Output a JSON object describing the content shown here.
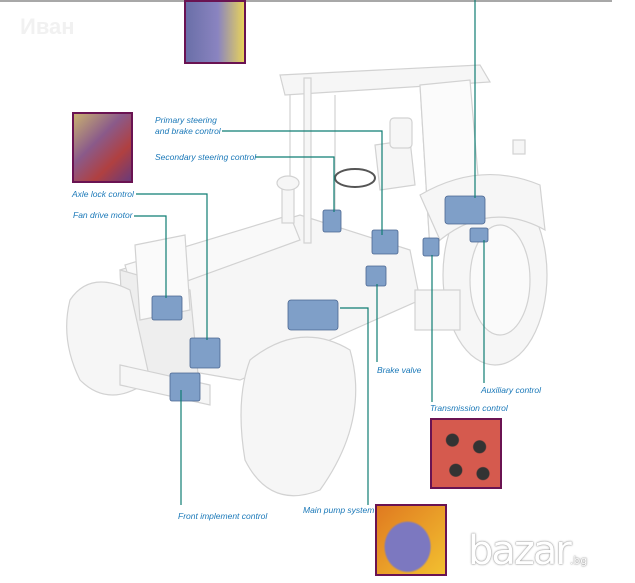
{
  "watermark_top": "Иван",
  "watermark_bottom": {
    "main": "bazar",
    "suffix": ".bg"
  },
  "labels": {
    "primary_steering_1": "Primary steering",
    "primary_steering_2": "and brake control",
    "secondary_steering": "Secondary steering control",
    "axle_lock": "Axle lock control",
    "fan_drive": "Fan drive motor",
    "front_implement": "Front implement control",
    "main_pump": "Main pump system",
    "brake_valve": "Brake valve",
    "transmission": "Transmission control",
    "auxiliary": "Auxiliary control"
  },
  "colors": {
    "label": "#1a78b8",
    "leader": "#0f7d73",
    "photo_border": "#6a1352",
    "component": "#7f9fc8"
  }
}
